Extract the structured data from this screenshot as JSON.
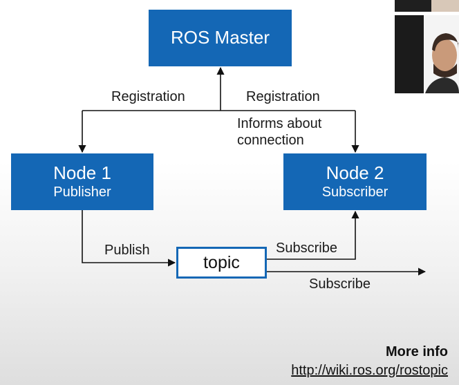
{
  "diagram": {
    "ros_master": {
      "label": "ROS Master"
    },
    "node1": {
      "title": "Node 1",
      "role": "Publisher"
    },
    "node2": {
      "title": "Node 2",
      "role": "Subscriber"
    },
    "topic": {
      "label": "topic"
    },
    "edges": {
      "registration_left": "Registration",
      "registration_right": "Registration",
      "informs_line1": "Informs about",
      "informs_line2": "connection",
      "publish": "Publish",
      "subscribe_node2": "Subscribe",
      "subscribe_other": "Subscribe"
    },
    "colors": {
      "box_fill": "#1467b5",
      "box_text": "#ffffff",
      "line": "#111111"
    }
  },
  "footer": {
    "more_info": "More info",
    "link": "http://wiki.ros.org/rostopic"
  }
}
